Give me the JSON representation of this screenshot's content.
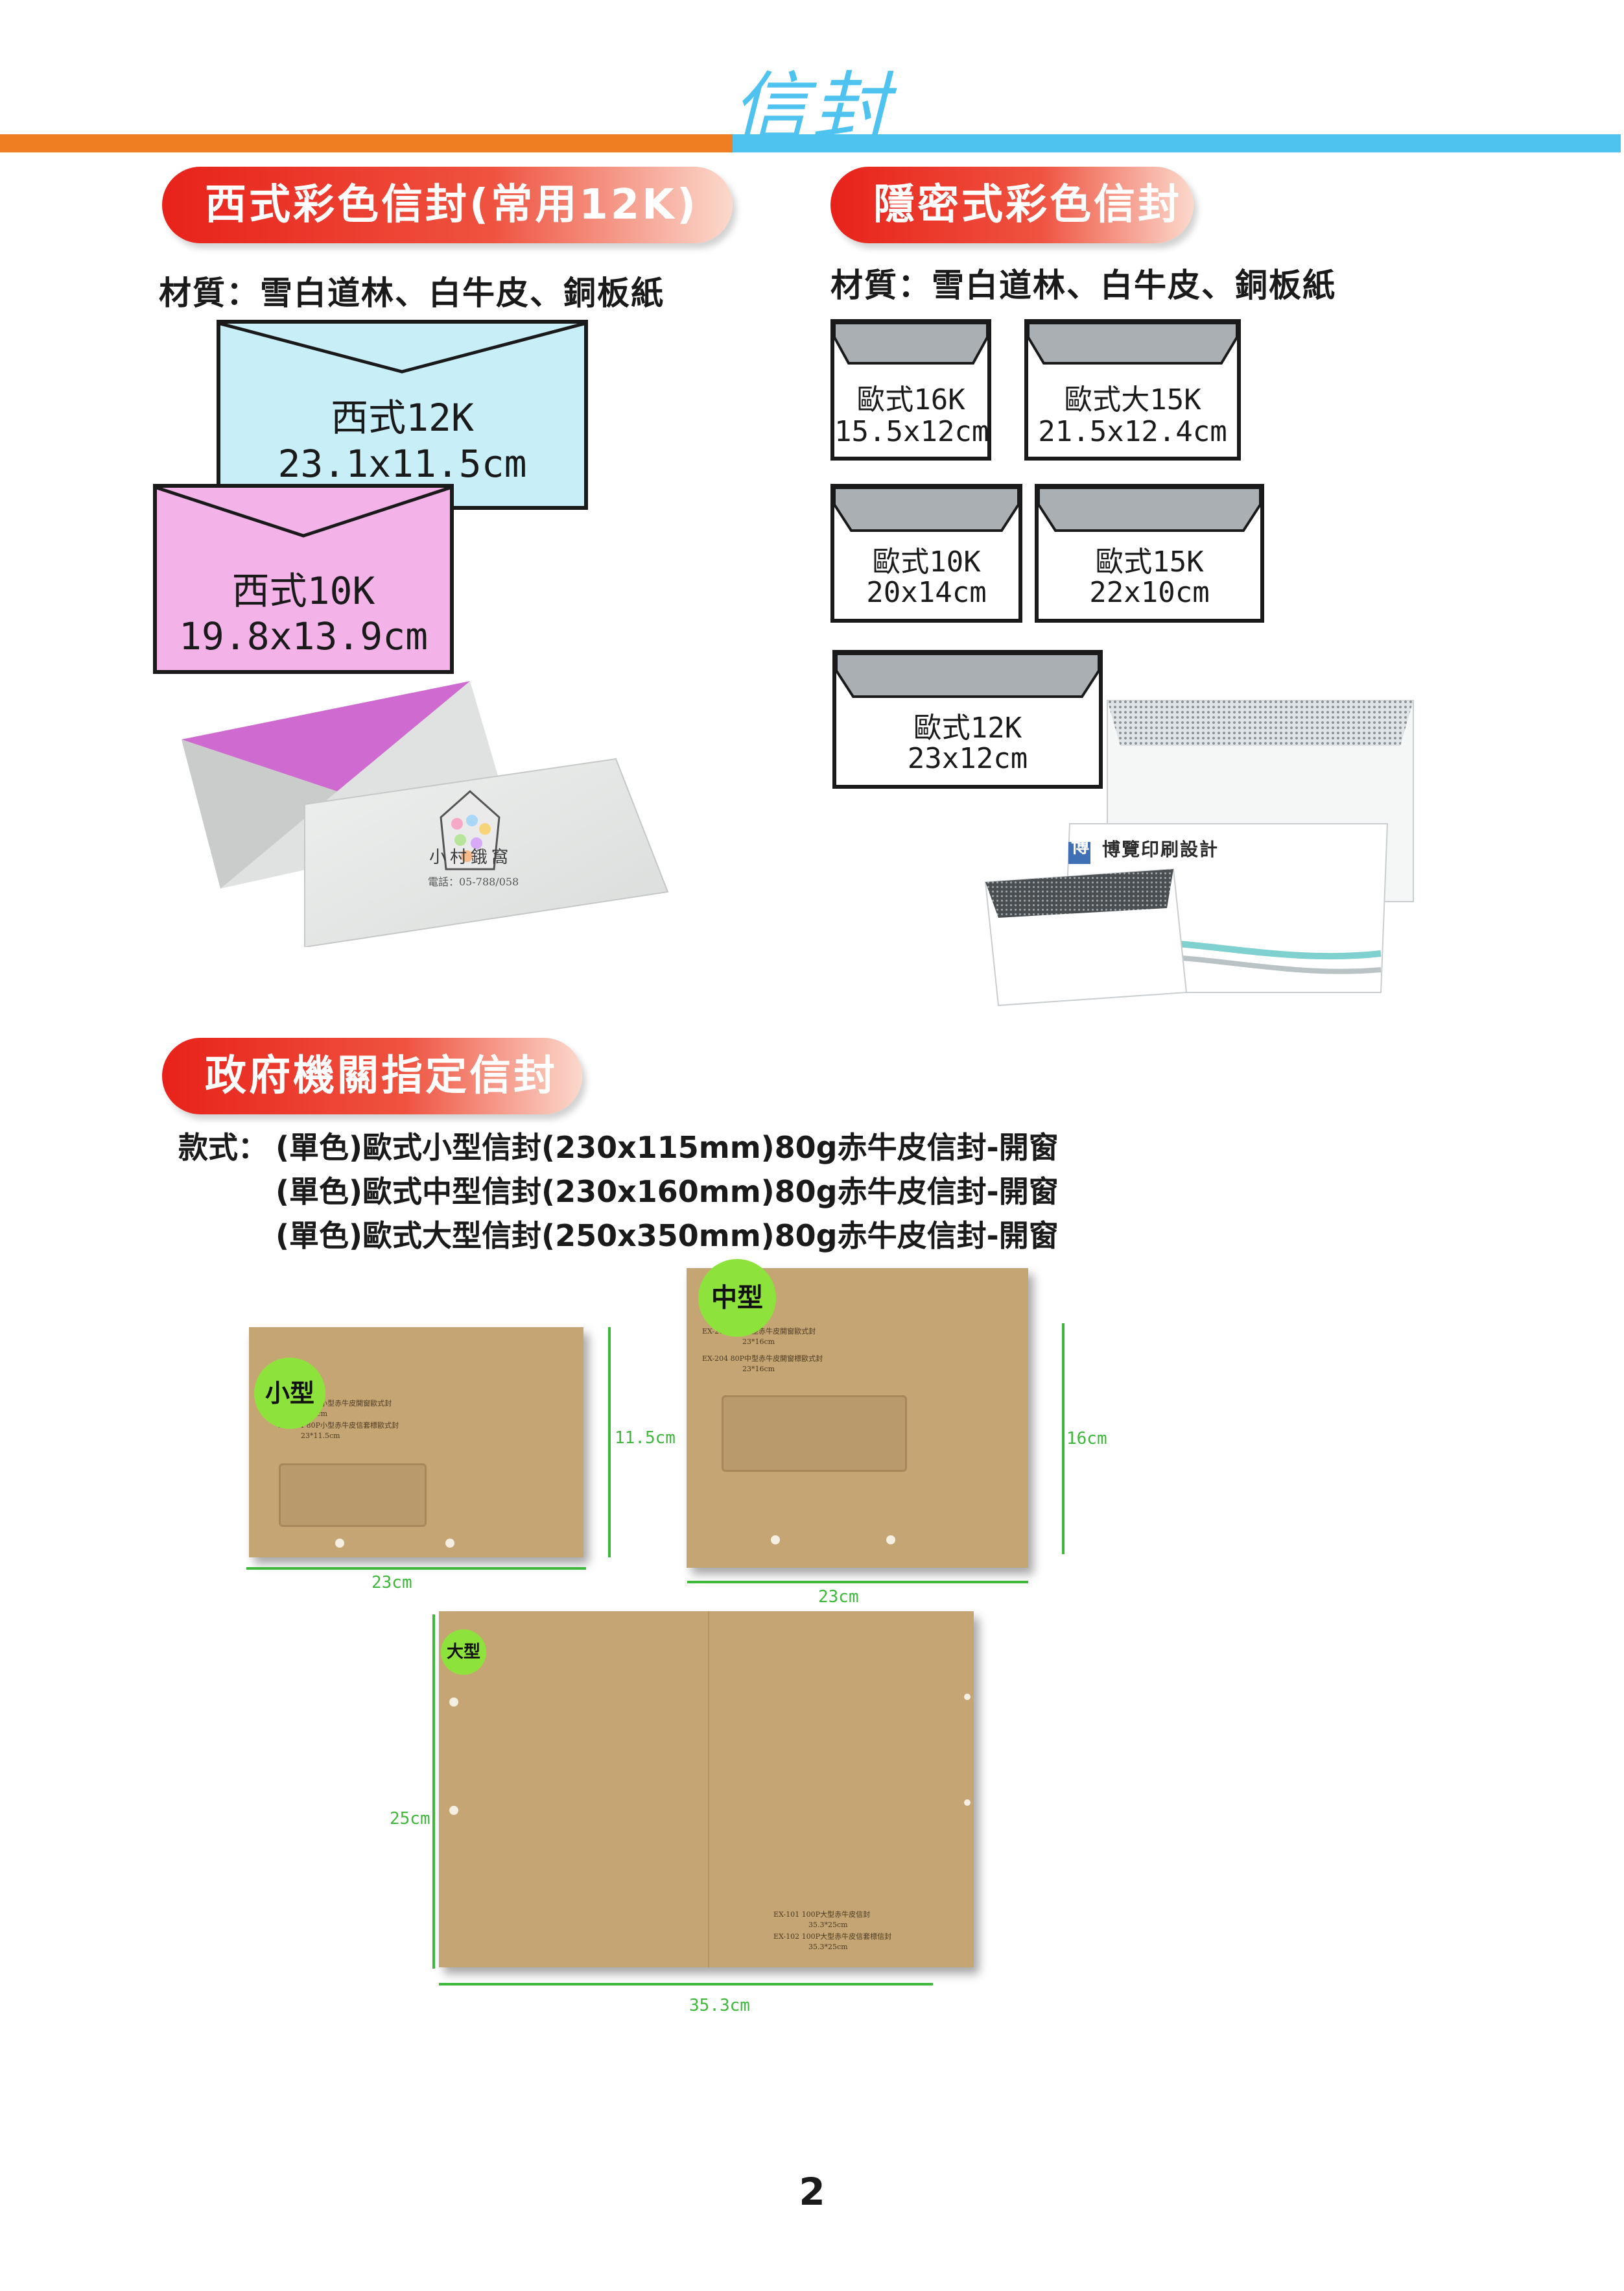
{
  "header": {
    "title": "信封"
  },
  "western_section": {
    "heading": "西式彩色信封(常用12K)",
    "material": "材質：雪白道林、白牛皮、銅板紙",
    "cards": [
      {
        "name": "西式12K",
        "size": "23.1x11.5cm",
        "color": "#c8eef8"
      },
      {
        "name": "西式10K",
        "size": "19.8x13.9cm",
        "color": "#f3b3e8"
      }
    ],
    "photo": {
      "shop_name": "小村鋨窩",
      "phone": "電話：05-788/058"
    }
  },
  "security_section": {
    "heading": "隱密式彩色信封",
    "material": "材質：雪白道林、白牛皮、銅板紙",
    "cards": [
      {
        "name": "歐式16K",
        "size": "15.5x12cm"
      },
      {
        "name": "歐式大15K",
        "size": "21.5x12.4cm"
      },
      {
        "name": "歐式10K",
        "size": "20x14cm"
      },
      {
        "name": "歐式15K",
        "size": "22x10cm"
      },
      {
        "name": "歐式12K",
        "size": "23x12cm"
      }
    ],
    "photo": {
      "brand": "博覽印刷設計",
      "logo_char": "博"
    },
    "flap_color": "#a9afb2"
  },
  "government_section": {
    "heading": "政府機關指定信封",
    "styles_label": "款式：",
    "styles": [
      "(單色)歐式小型信封(230x115mm)80g赤牛皮信封-開窗",
      "(單色)歐式中型信封(230x160mm)80g赤牛皮信封-開窗",
      "(單色)歐式大型信封(250x350mm)80g赤牛皮信封-開窗"
    ],
    "envelopes": {
      "small": {
        "badge": "小型",
        "width_label": "23cm",
        "height_label": "11.5cm",
        "print_lines": [
          "EX-203 80P小型赤牛皮開窗歐式封",
          "11.5cm",
          "EX-204 80P小型赤牛皮信套標歐式封",
          "23*11.5cm"
        ]
      },
      "medium": {
        "badge": "中型",
        "width_label": "23cm",
        "height_label": "16cm",
        "print_lines": [
          "EX-203 80P中型赤牛皮開窗歐式封",
          "23*16cm",
          "EX-204 80P中型赤牛皮開窗標歐式封",
          "23*16cm"
        ]
      },
      "large": {
        "badge": "大型",
        "width_label": "35.3cm",
        "height_label": "25cm",
        "print_lines": [
          "EX-101 100P大型赤牛皮信封",
          "35.3*25cm",
          "EX-102 100P大型赤牛皮信套標信封",
          "35.3*25cm"
        ]
      }
    },
    "kraft_color": "#c6a574",
    "dimension_color": "#3eb83b",
    "badge_color": "#8ee23c"
  },
  "page_number": "2"
}
